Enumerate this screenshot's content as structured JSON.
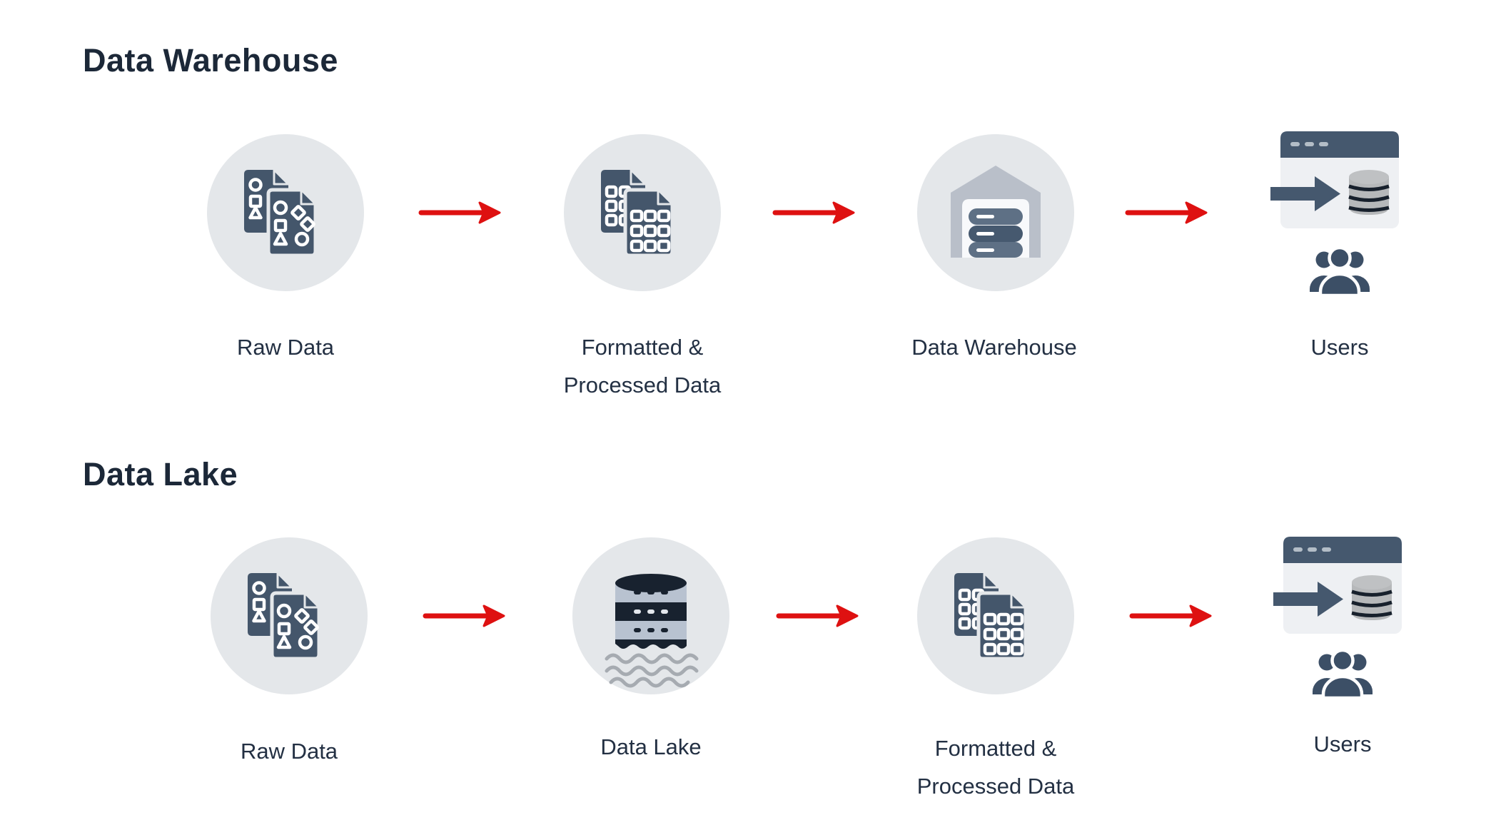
{
  "diagram": {
    "type": "comparison-flow-diagram",
    "background": "#ffffff"
  },
  "colors": {
    "title_text": "#1c2838",
    "label_text": "#233043",
    "node_circle_bg": "#e4e7ea",
    "icon_primary": "#44566b",
    "arrow_red": "#de1111",
    "browser_bar": "#45586e",
    "database_gray": "#b6b8ba",
    "lake_dark": "#18222f",
    "lake_light": "#b8c2d0",
    "warehouse_gray": "#b9bfc9"
  },
  "sections": [
    {
      "title": "Data Warehouse",
      "nodes": [
        {
          "label": "Raw Data",
          "icon": "raw-data-documents-icon"
        },
        {
          "label": "Formatted & Processed Data",
          "icon": "formatted-data-documents-icon"
        },
        {
          "label": "Data Warehouse",
          "icon": "warehouse-storage-icon"
        },
        {
          "label": "Users",
          "icon": "browser-database-users-icon"
        }
      ],
      "connectors": [
        "arrow-right",
        "arrow-right",
        "arrow-right"
      ]
    },
    {
      "title": "Data Lake",
      "nodes": [
        {
          "label": "Raw Data",
          "icon": "raw-data-documents-icon"
        },
        {
          "label": "Data Lake",
          "icon": "data-lake-icon"
        },
        {
          "label": "Formatted & Processed Data",
          "icon": "formatted-data-documents-icon"
        },
        {
          "label": "Users",
          "icon": "browser-database-users-icon"
        }
      ],
      "connectors": [
        "arrow-right",
        "arrow-right",
        "arrow-right"
      ]
    }
  ]
}
